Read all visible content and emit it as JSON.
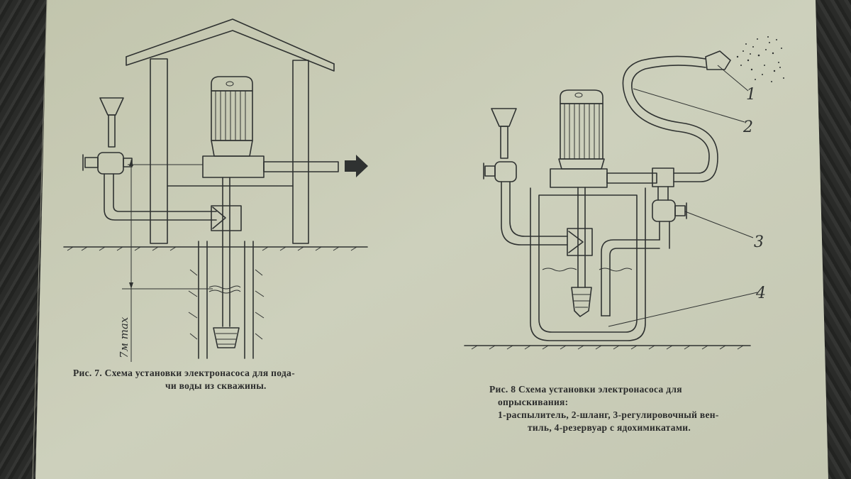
{
  "figure7": {
    "caption_line1": "Рис. 7. Схема установки электронасоса для пода-",
    "caption_line2": "чи воды из скважины.",
    "dimension_label": "7м max"
  },
  "figure8": {
    "caption_line1": "Рис. 8 Схема установки электронасоса для",
    "caption_line2": "опрыскивания:",
    "caption_line3": "1-распылитель, 2-шланг, 3-регулировочный вен-",
    "caption_line4": "тиль, 4-резервуар с ядохимикатами.",
    "callouts": [
      "1",
      "2",
      "3",
      "4"
    ]
  },
  "colors": {
    "paper": "#c9cbb6",
    "ink": "#2f3231",
    "background": "#2b2c2a"
  }
}
